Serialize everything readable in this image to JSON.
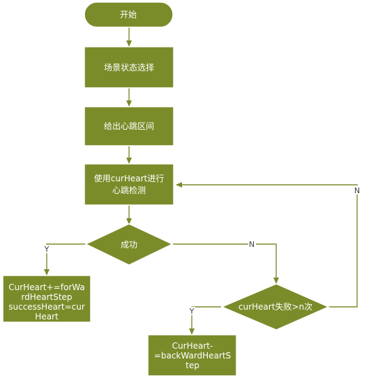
{
  "colors": {
    "node_fill": "#7a8c2a",
    "edge": "#7a8c2a",
    "text": "#ffffff",
    "label": "#404040"
  },
  "nodes": {
    "start": {
      "label": "开始"
    },
    "scene_select": {
      "label": "场景状态选择"
    },
    "give_range": {
      "label": "给出心跳区间"
    },
    "detect": {
      "line1": "使用curHeart进行",
      "line2": "心跳检测"
    },
    "success": {
      "label": "成功"
    },
    "fail_check": {
      "label": "curHeart失败>n次"
    },
    "forward": {
      "line1": "CurHeart+=forWa",
      "line2": "rdHeartStep",
      "line3": "successHeart=cur",
      "line4": "Heart"
    },
    "backward": {
      "line1": "CurHeart-",
      "line2": "=backWardHeartS",
      "line3": "tep"
    }
  },
  "edge_labels": {
    "success_yes": "Y",
    "success_no": "N",
    "fail_yes": "Y",
    "fail_no": "N"
  }
}
